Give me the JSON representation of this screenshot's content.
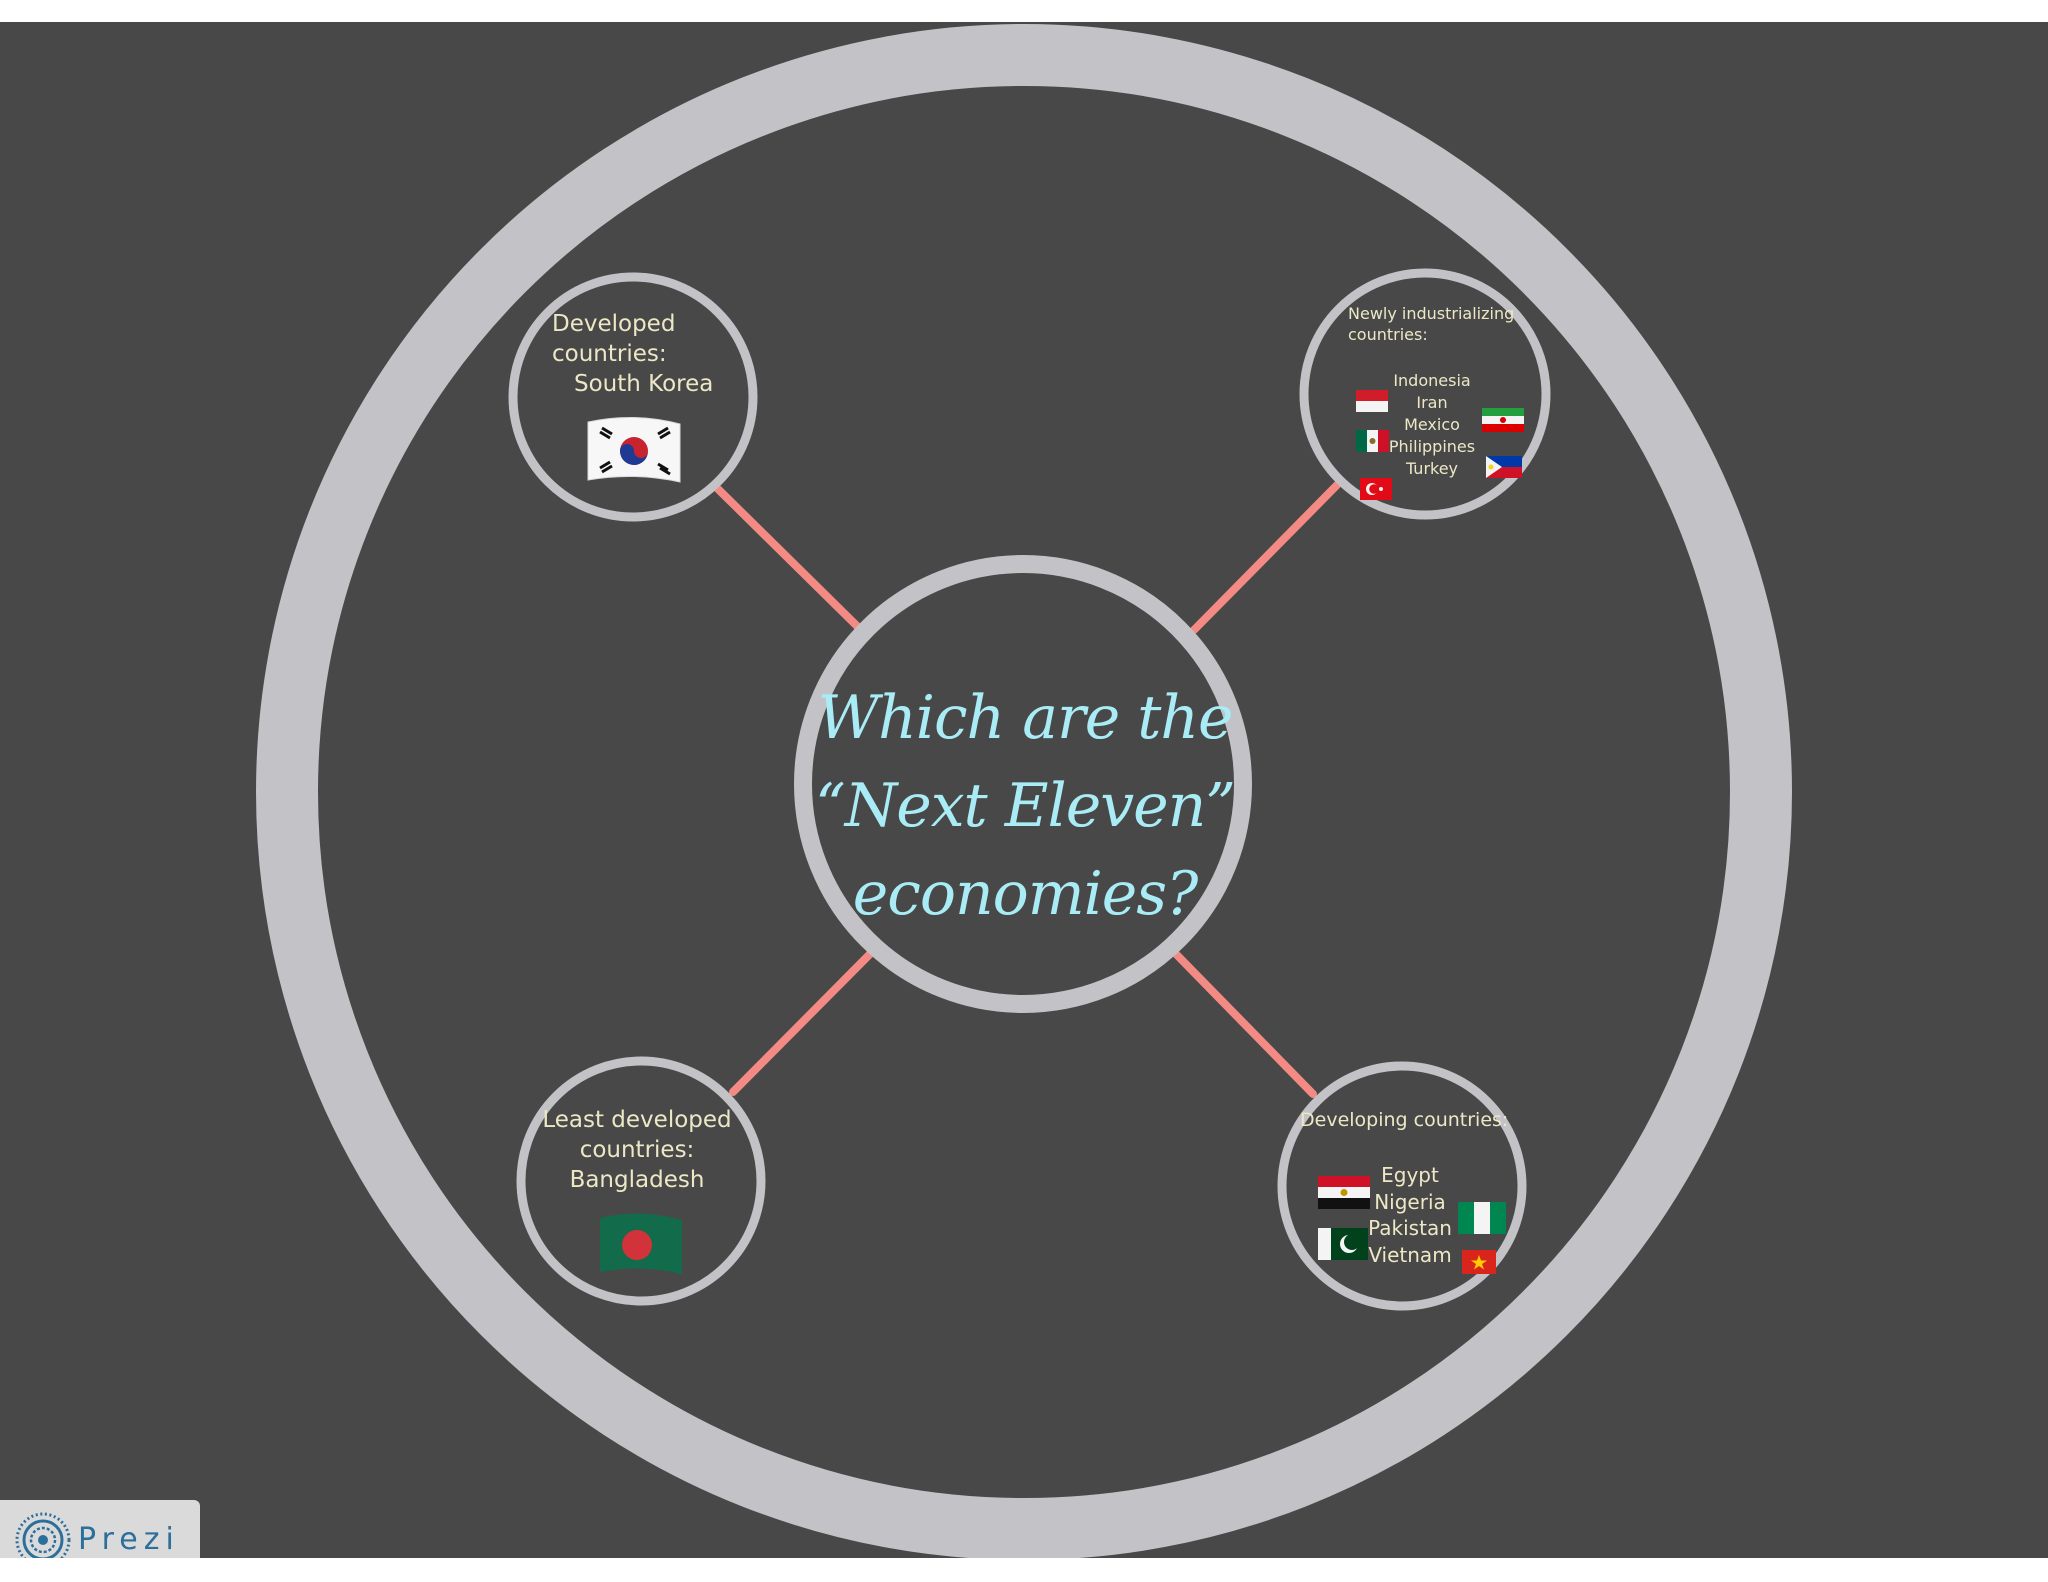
{
  "central_topic": {
    "title_lines": [
      "Which are the",
      "“Next Eleven”",
      "economies?"
    ]
  },
  "nodes": {
    "developed": {
      "heading_lines": [
        "Developed",
        "countries:",
        "South Korea"
      ],
      "flag_icons": [
        "south-korea-flag-icon"
      ]
    },
    "newly_industrializing": {
      "heading_lines": [
        "Newly industrializing",
        "countries:"
      ],
      "countries": [
        "Indonesia",
        "Iran",
        "Mexico",
        "Philippines",
        "Turkey"
      ],
      "flag_icons": [
        "indonesia-flag-icon",
        "iran-flag-icon",
        "mexico-flag-icon",
        "philippines-flag-icon",
        "turkey-flag-icon"
      ]
    },
    "least_developed": {
      "heading_lines": [
        "Least developed",
        "countries:",
        "Bangladesh"
      ],
      "flag_icons": [
        "bangladesh-flag-icon"
      ]
    },
    "developing": {
      "heading": "Developing countries:",
      "countries": [
        "Egypt",
        "Nigeria",
        "Pakistan",
        "Vietnam"
      ],
      "flag_icons": [
        "egypt-flag-icon",
        "nigeria-flag-icon",
        "pakistan-flag-icon",
        "vietnam-flag-icon"
      ]
    }
  },
  "brand": {
    "wordmark": "Prezi"
  },
  "colors": {
    "canvas_background": "#484848",
    "ring": "#c3c2c6",
    "connector": "#f48a84",
    "title_text": "#a9ecf6",
    "node_text": "#ece8c6",
    "brand_blue": "#2d6f9b"
  }
}
